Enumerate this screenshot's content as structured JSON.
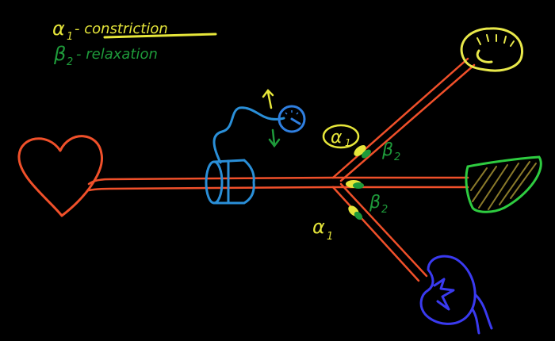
{
  "legend": {
    "alpha1_symbol": "α",
    "alpha1_subscript": "1",
    "alpha1_text": " - constriction",
    "beta2_symbol": "β",
    "beta2_subscript": "2",
    "beta2_text": " - relaxation"
  },
  "labels": {
    "alpha1_circled_symbol": "α",
    "alpha1_circled_sub": "1",
    "beta2_upper_symbol": "β",
    "beta2_upper_sub": "2",
    "beta2_lower_symbol": "β",
    "beta2_lower_sub": "2",
    "alpha1_lower_symbol": "α",
    "alpha1_lower_sub": "1"
  },
  "colors": {
    "background": "#000000",
    "vessel": "#f0502a",
    "heart": "#f0502a",
    "alpha_yellow": "#e6e63a",
    "beta_green": "#1e9a3a",
    "cuff_blue": "#2a8fd8",
    "gauge_blue": "#2f7fe0",
    "brain_yellow": "#e8e84a",
    "liver_green": "#2ecc40",
    "liver_hatch": "#8a7a2a",
    "kidney_blue": "#3a3af0"
  },
  "icons": {
    "heart": "heart-icon",
    "cuff": "bp-cuff-icon",
    "gauge": "pressure-gauge-icon",
    "brain": "brain-icon",
    "liver": "liver-icon",
    "kidney": "kidney-icon"
  }
}
